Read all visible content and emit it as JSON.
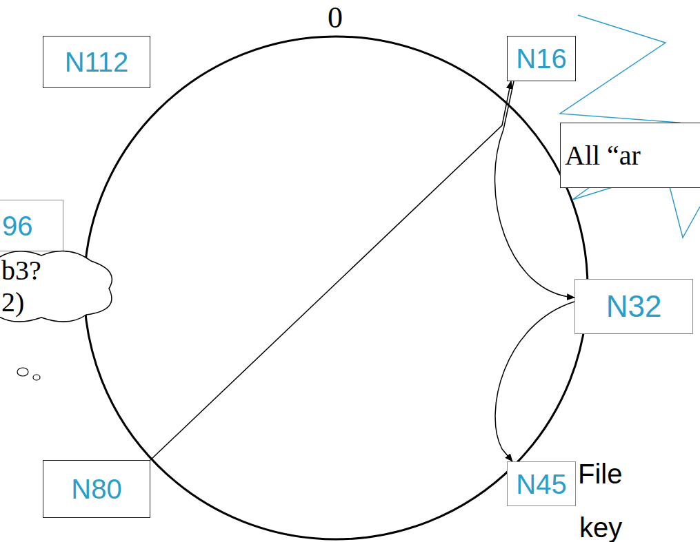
{
  "diagram": {
    "nodes": [
      {
        "text": [
          "N112"
        ]
      },
      {
        "text": [
          "N16"
        ]
      },
      {
        "text": [
          "All “ar"
        ]
      },
      {
        "text": [
          "96"
        ]
      },
      {
        "text": [
          "b3?",
          "2)"
        ]
      },
      {
        "text": [
          "N32"
        ]
      },
      {
        "text": [
          "N80"
        ]
      },
      {
        "text": [
          "N45"
        ]
      }
    ],
    "edges": [
      {
        "from": 6,
        "to": 1,
        "arrow": "to"
      },
      {
        "from": 1,
        "to": 5,
        "arrow": "to"
      },
      {
        "from": 5,
        "to": 7,
        "arrow": "to"
      }
    ],
    "labels": [
      "0",
      "File",
      "key"
    ]
  }
}
